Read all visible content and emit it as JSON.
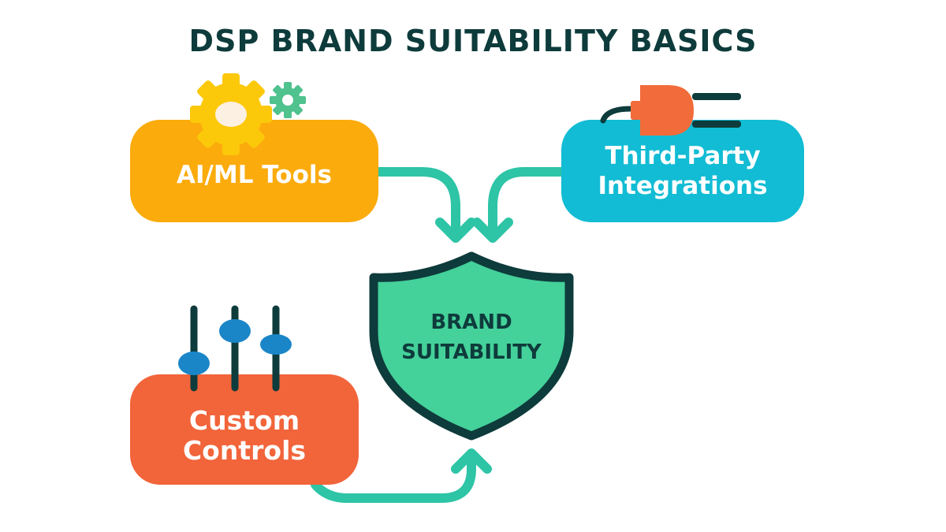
{
  "title": "DSP BRAND SUITABILITY BASICS",
  "nodes": {
    "ai_ml": {
      "label": "AI/ML Tools",
      "color": "#fbab0c",
      "icon": "gears-icon"
    },
    "third_party": {
      "line1": "Third-Party",
      "line2": "Integrations",
      "color": "#12bcd4",
      "icon": "plug-icon"
    },
    "custom": {
      "line1": "Custom",
      "line2": "Controls",
      "color": "#f2643a",
      "icon": "sliders-icon"
    },
    "center": {
      "line1": "BRAND",
      "line2": "SUITABILITY",
      "color": "#44d19a",
      "icon": "shield-icon"
    }
  },
  "colors": {
    "arrow": "#2ec4a6",
    "dark": "#0e3b3b"
  }
}
